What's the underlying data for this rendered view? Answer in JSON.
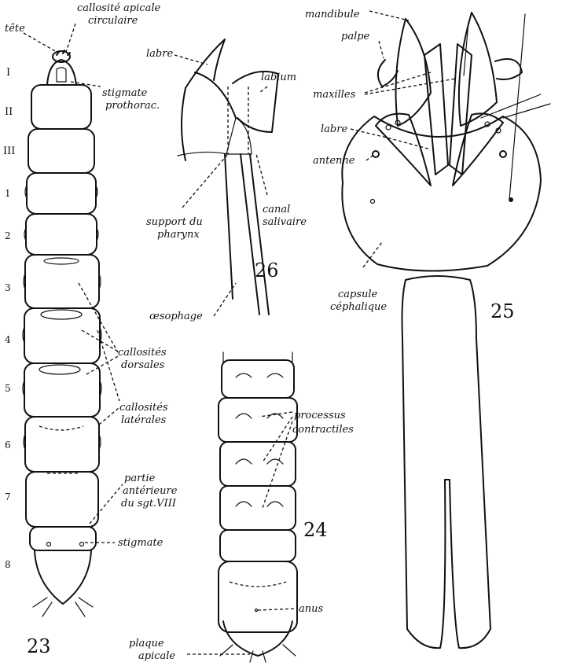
{
  "figure23": {
    "number": "23",
    "labels": {
      "tete": "tête",
      "callosite_apicale_1": "callosité apicale",
      "callosite_apicale_2": "circulaire",
      "stigmate_prothorac_1": "stigmate",
      "stigmate_prothorac_2": "prothorac.",
      "callosites_dorsales_1": "callosités",
      "callosites_dorsales_2": "dorsales",
      "callosites_laterales_1": "callosités",
      "callosites_laterales_2": "latérales",
      "partie_1": "partie",
      "partie_2": "antérieure",
      "partie_3": "du sgt.VIII",
      "stigmate": "stigmate"
    },
    "segments": [
      "I",
      "II",
      "III",
      "1",
      "2",
      "3",
      "4",
      "5",
      "6",
      "7",
      "8"
    ]
  },
  "figure24": {
    "number": "24",
    "labels": {
      "processus_1": "processus",
      "processus_2": "contractiles",
      "anus": "anus",
      "plaque_1": "plaque",
      "plaque_2": "apicale"
    }
  },
  "figure25": {
    "number": "25",
    "labels": {
      "mandibule": "mandibule",
      "palpe": "palpe",
      "maxilles": "maxilles",
      "labre": "labre",
      "antenne": "antenne",
      "capsule_1": "capsule",
      "capsule_2": "céphalique"
    }
  },
  "figure26": {
    "number": "26",
    "labels": {
      "labre": "labre",
      "labium": "labium",
      "support_1": "support du",
      "support_2": "pharynx",
      "canal_1": "canal",
      "canal_2": "salivaire",
      "oesophage": "œsophage"
    }
  }
}
